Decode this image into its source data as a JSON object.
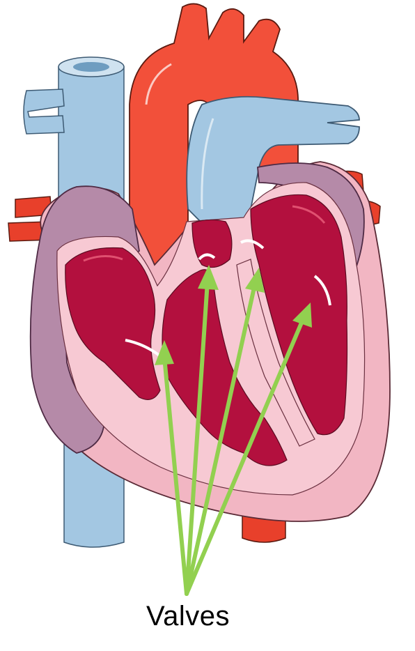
{
  "label": {
    "text": "Valves"
  },
  "colors": {
    "vein_blue": "#a3c7e2",
    "aorta_red": "#f2503a",
    "artery_red": "#e8402b",
    "atrium_purple": "#b58aa8",
    "myocardium_pink": "#f2b6c3",
    "inner_wall_pink": "#f7c9d3",
    "chamber_crimson": "#b3103e",
    "arrow_green": "#92d050"
  },
  "structures": [
    "superior-vena-cava",
    "inferior-vena-cava",
    "aorta",
    "pulmonary-artery",
    "pulmonary-veins",
    "right-atrium",
    "left-atrium",
    "right-ventricle",
    "left-ventricle",
    "septum"
  ]
}
